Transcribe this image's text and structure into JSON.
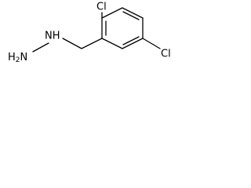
{
  "molecule": {
    "atoms": {
      "cl_top": "Cl",
      "cl_right": "Cl",
      "nh": "NH",
      "h2n_h": "H",
      "h2n_sub": "2",
      "h2n_n": "N"
    },
    "colors": {
      "bond": "#000000",
      "text": "#000000",
      "background": "#ffffff"
    }
  }
}
